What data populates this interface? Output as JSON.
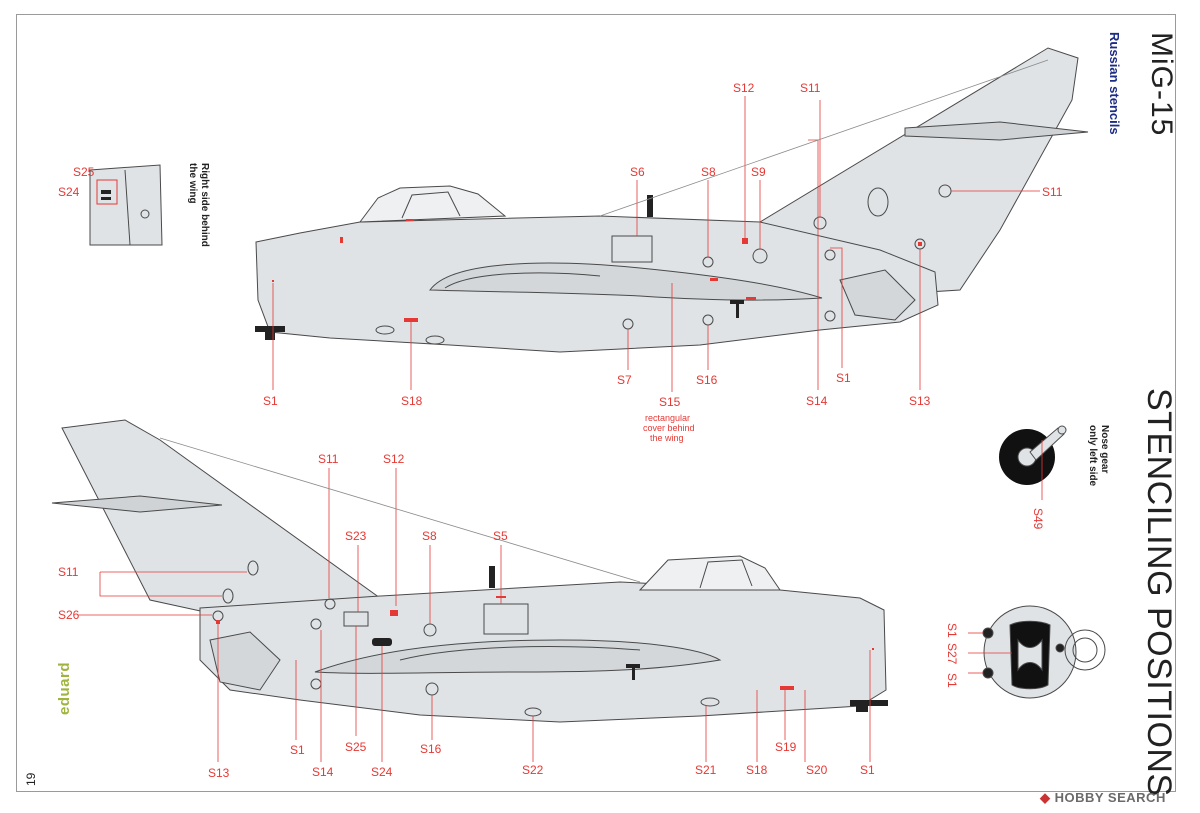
{
  "header": {
    "aircraft": "MiG-15",
    "subtitle": "Russian stencils",
    "section_title": "STENCILING POSITIONS"
  },
  "notes": {
    "right_side": "Right side behind the wing",
    "nose_gear": "Nose gear only left side",
    "s15_note": [
      "rectangular",
      "cover behind",
      "the wing"
    ]
  },
  "branding": {
    "logo_text": "eduard"
  },
  "footer": {
    "page_number": "19",
    "watermark": "HOBBY SEARCH"
  },
  "stencils": {
    "S1": "S1",
    "S5": "S5",
    "S6": "S6",
    "S7": "S7",
    "S8": "S8",
    "S9": "S9",
    "S11": "S11",
    "S12": "S12",
    "S13": "S13",
    "S14": "S14",
    "S15": "S15",
    "S16": "S16",
    "S18": "S18",
    "S19": "S19",
    "S20": "S20",
    "S21": "S21",
    "S22": "S22",
    "S23": "S23",
    "S24": "S24",
    "S25": "S25",
    "S26": "S26",
    "S27": "S27",
    "S49": "S49"
  },
  "colors": {
    "airframe": "#dfe3e6",
    "outline": "#4a4a4a",
    "stencil_red": "#e53935",
    "title_blue": "#1d2c86",
    "brand_green": "#9fb43d"
  }
}
